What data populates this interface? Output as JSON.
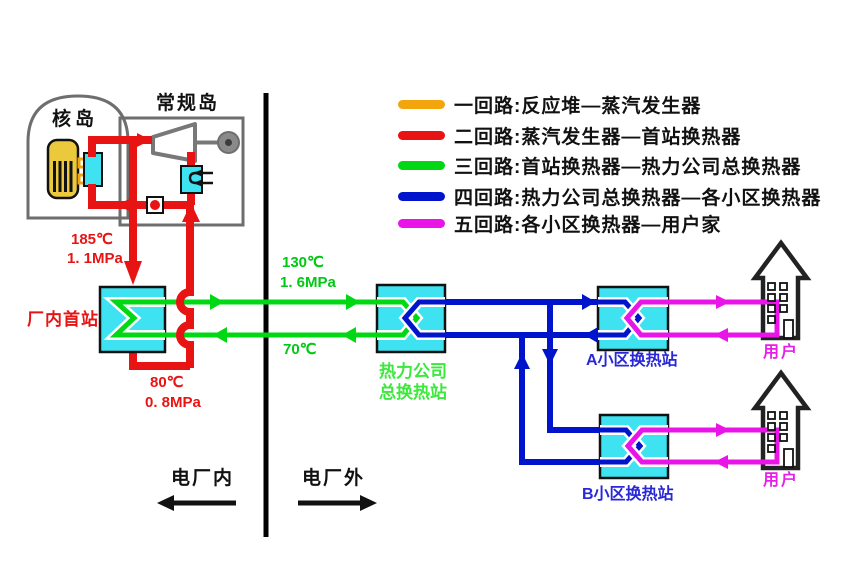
{
  "colors": {
    "loop1_orange": "#f2a50c",
    "loop2_red": "#e81414",
    "loop3_green": "#00d814",
    "loop4_blue": "#0014cc",
    "loop5_magenta": "#e814e8",
    "exchanger_cyan": "#3fe2f0",
    "reactor_yellow": "#ecc83c",
    "green_temp_text": "#00c814",
    "green_station_text": "#3ce83c",
    "blue_station_text": "#2828d8",
    "magenta_user_text": "#e81ee8",
    "red_text": "#e81414"
  },
  "legend": {
    "items": [
      {
        "label": "一回路:反应堆—蒸汽发生器",
        "color": "#f2a50c"
      },
      {
        "label": "二回路:蒸汽发生器—首站换热器",
        "color": "#e81414"
      },
      {
        "label": "三回路:首站换热器—热力公司总换热器",
        "color": "#00d814"
      },
      {
        "label": "四回路:热力公司总换热器—各小区换热器",
        "color": "#0014cc"
      },
      {
        "label": "五回路:各小区换热器—用户家",
        "color": "#e814e8"
      }
    ]
  },
  "plant": {
    "nuclear_island_label": "核岛",
    "conventional_island_label": "常规岛",
    "first_station_label": "厂内首站",
    "supply_temp": "185℃",
    "supply_pressure": "1. 1MPa",
    "return_temp": "80℃",
    "return_pressure": "0. 8MPa"
  },
  "network": {
    "company_station_line1": "热力公司",
    "company_station_line2": "总换热站",
    "supply_temp": "130℃",
    "supply_pressure": "1. 6MPa",
    "return_temp": "70℃",
    "station_a_label": "A小区换热站",
    "station_b_label": "B小区换热站",
    "user_a_label": "用户",
    "user_b_label": "用户"
  },
  "boundary": {
    "inside_label": "电厂内",
    "outside_label": "电厂外"
  }
}
